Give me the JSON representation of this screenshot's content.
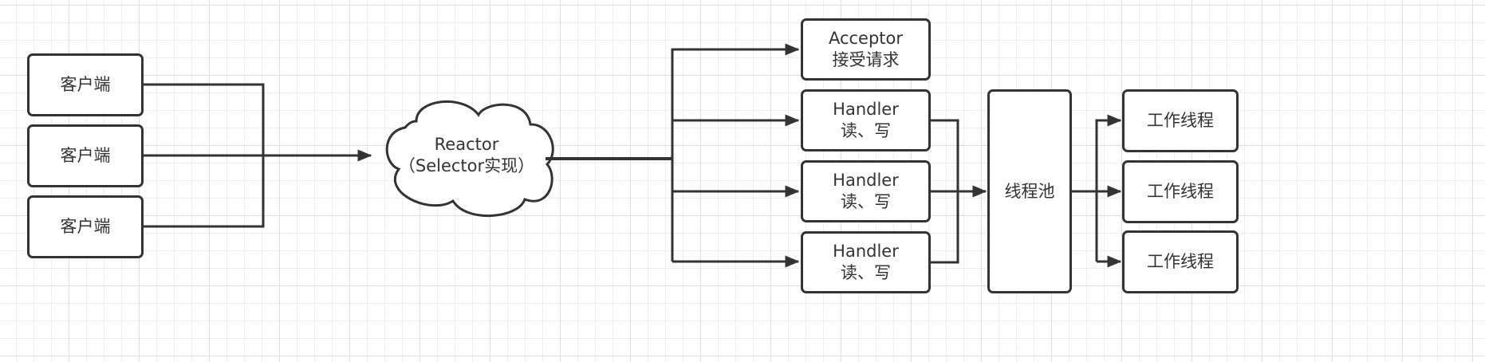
{
  "clients": [
    {
      "label": "客户端"
    },
    {
      "label": "客户端"
    },
    {
      "label": "客户端"
    }
  ],
  "reactor": {
    "line1": "Reactor",
    "line2": "（Selector实现）"
  },
  "acceptor": {
    "line1": "Acceptor",
    "line2": "接受请求"
  },
  "handlers": [
    {
      "line1": "Handler",
      "line2": "读、写"
    },
    {
      "line1": "Handler",
      "line2": "读、写"
    },
    {
      "line1": "Handler",
      "line2": "读、写"
    }
  ],
  "thread_pool": {
    "label": "线程池"
  },
  "workers": [
    {
      "label": "工作线程"
    },
    {
      "label": "工作线程"
    },
    {
      "label": "工作线程"
    }
  ]
}
